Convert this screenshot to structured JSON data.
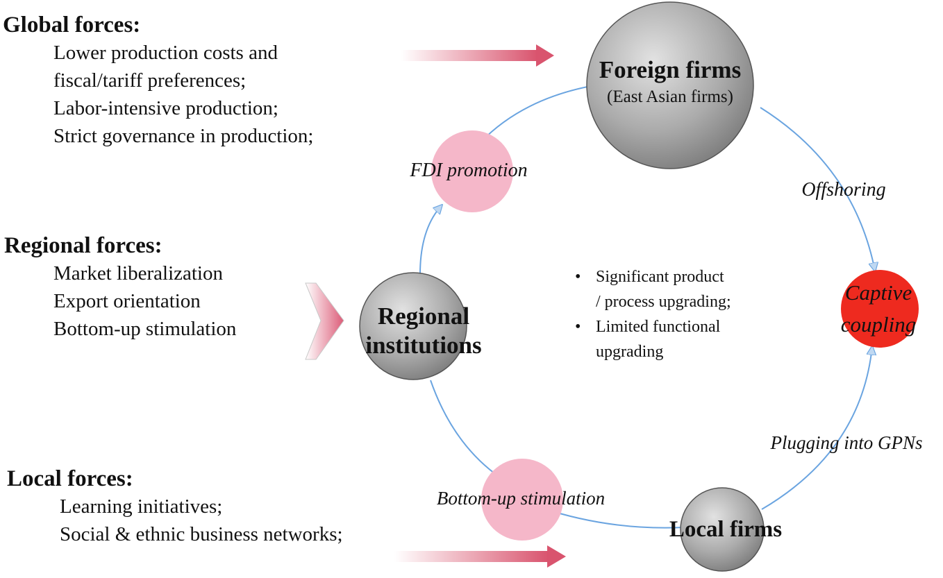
{
  "global_forces": {
    "heading": "Global forces:",
    "items": [
      "Lower production costs and",
      "fiscal/tariff preferences;",
      "Labor-intensive production;",
      "Strict governance in production;"
    ]
  },
  "regional_forces": {
    "heading": "Regional forces:",
    "items": [
      "Market liberalization",
      "Export orientation",
      "Bottom-up stimulation"
    ]
  },
  "local_forces": {
    "heading": "Local forces:",
    "items": [
      "Learning initiatives;",
      "Social & ethnic business networks;"
    ]
  },
  "nodes": {
    "foreign_firms": {
      "title": "Foreign firms",
      "subtitle": "(East Asian firms)"
    },
    "regional_institutions": {
      "line1": "Regional",
      "line2": "institutions"
    },
    "local_firms": {
      "title": "Local firms"
    },
    "captive_coupling": {
      "line1": "Captive",
      "line2": "coupling"
    },
    "fdi_promotion": {
      "label": "FDI promotion"
    },
    "bottom_up": {
      "label": "Bottom-up stimulation"
    }
  },
  "edge_labels": {
    "offshoring": "Offshoring",
    "plugging": "Plugging into GPNs"
  },
  "outcomes": [
    "Significant product",
    "/ process upgrading;",
    "Limited functional",
    "upgrading"
  ],
  "colors": {
    "gray_node": "#a9a9a9",
    "pink_node": "#f5b7c9",
    "red_node": "#ee2a1f",
    "connector": "#6aa4e0",
    "arrow": "#d9546e"
  }
}
